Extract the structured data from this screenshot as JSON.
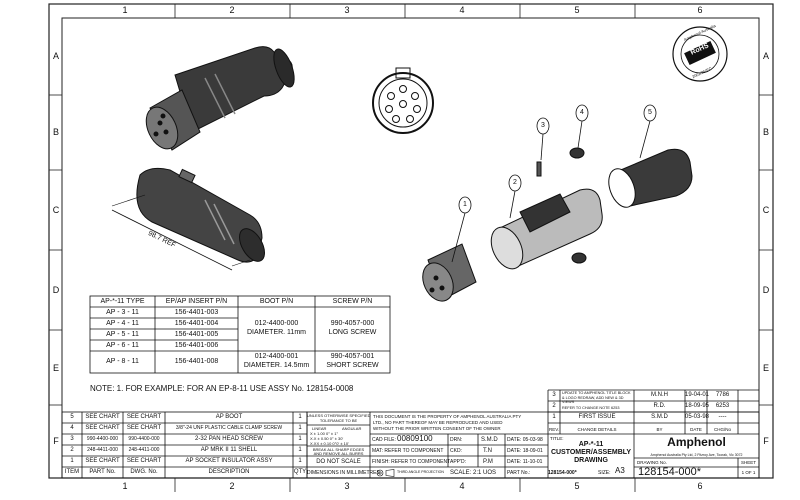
{
  "grid": {
    "columns": [
      "1",
      "2",
      "3",
      "4",
      "5",
      "6"
    ],
    "rows": [
      "A",
      "B",
      "C",
      "D",
      "E",
      "F"
    ]
  },
  "dimension_label": "98.7 REF",
  "balloons": [
    "1",
    "2",
    "3",
    "4",
    "5"
  ],
  "rohs": {
    "top": "RoHS",
    "ring_top": "Amphenol Australia",
    "ring_bottom": "2002/95/EC"
  },
  "bom_table": {
    "headers": [
      "AP-*-11 TYPE",
      "EP/AP INSERT P/N",
      "BOOT P/N",
      "SCREW P/N"
    ],
    "rows": [
      {
        "type": "AP - 3 - 11",
        "insert": "156-4401-003"
      },
      {
        "type": "AP - 4 - 11",
        "insert": "156-4401-004"
      },
      {
        "type": "AP - 5 - 11",
        "insert": "156-4401-005"
      },
      {
        "type": "AP - 6 - 11",
        "insert": "156-4401-006"
      },
      {
        "type": "AP - 8 - 11",
        "insert": "156-4401-008"
      }
    ],
    "boot_group1": [
      "012-4400-000",
      "DIAMETER. 11mm"
    ],
    "screw_group1": [
      "990-4057-000",
      "LONG SCREW"
    ],
    "boot_group2": [
      "012-4400-001",
      "DIAMETER. 14.5mm"
    ],
    "screw_group2": [
      "990-4057-001",
      "SHORT SCREW"
    ]
  },
  "note": "NOTE: 1. FOR EXAMPLE: FOR AN EP-8-11 USE ASSY No. 128154-0008",
  "parts_list": {
    "rows": [
      {
        "item": "5",
        "no": "SEE CHART",
        "dwg": "SEE CHART",
        "desc": "AP BOOT",
        "qty": "1"
      },
      {
        "item": "4",
        "no": "SEE CHART",
        "dwg": "SEE CHART",
        "desc": "3/8\"-24 UNF PLASTIC CABLE CLAMP SCREW",
        "qty": "1"
      },
      {
        "item": "3",
        "no": "990-4400-000",
        "dwg": "990-4400-000",
        "desc": "2-32 PAN HEAD SCREW",
        "qty": "1"
      },
      {
        "item": "2",
        "no": "248-4411-000",
        "dwg": "248-4411-000",
        "desc": "AP MRK II 11 SHELL",
        "qty": "1"
      },
      {
        "item": "1",
        "no": "SEE CHART",
        "dwg": "SEE CHART",
        "desc": "AP SOCKET INSULATOR ASSY",
        "qty": "1"
      }
    ],
    "header": {
      "item": "ITEM",
      "no": "PART No.",
      "dwg": "DWG. No.",
      "desc": "DESCRIPTION",
      "qty": "QTY"
    }
  },
  "tolerance": {
    "l1": "UNLESS OTHERWISE SPECIFIED",
    "l2": "TOLERANCE TO BE",
    "linear": "LINEAR",
    "angular": "ANGULAR",
    "r1": "X  ± 1.00    0°  ± 1°",
    "r2": "X.X  ± 0.50    0°  ± 30'",
    "r3": "X.XX  ± 0.10    0°0'  ± 10'",
    "l3": "BREAK ALL SHARP EDGES",
    "l4": "AND REMOVE ALL BURRS",
    "l5": "DO NOT SCALE",
    "l6": "DIMENSIONS IN MILLIMETRES",
    "proj": "THIRD ANGLE PROJECTION"
  },
  "property": {
    "l1": "THIS DOCUMENT IS THE PROPERTY OF AMPHENOL AUSTRALIA PTY",
    "l2": "LTD., NO PART THEREOF MAY BE REPRODUCED AND USED",
    "l3": "WITHOUT THE PRIOR WRITTEN CONSENT OF THE OWNER"
  },
  "info": {
    "cad_label": "CAD FILE:",
    "cad_value": "00809100",
    "drn_label": "DRN:",
    "drn_value": "S.M.D",
    "date1": "DATE: 05-03-98",
    "mat": "MAT: REFER TO COMPONENT",
    "ckd_label": "CKD:",
    "ckd_value": "T.N",
    "date2": "DATE: 18-09-01",
    "finish": "FINISH: REFER TO COMPONENT",
    "appd_label": "APP'D:",
    "appd_value": "P.M",
    "date3": "DATE: 11-10-01",
    "scale": "SCALE: 2:1 UOS",
    "part_label": "PART No.:",
    "part_value": "128154-000*",
    "size": "SIZE:",
    "size_value": "A3"
  },
  "revisions": [
    {
      "rev": "3",
      "details": "UPDATE TO AMPHENOL TITLE BLOCK & LOGO REDRAW, ADD NEW & 3D VIEWS",
      "by": "M.N.H",
      "date": "19-04-01",
      "chg": "7786"
    },
    {
      "rev": "2",
      "details": "REFER TO CHANGE NOTE 6253",
      "by": "R.D.",
      "date": "18-09-95",
      "chg": "6253"
    },
    {
      "rev": "1",
      "details": "FIRST ISSUE",
      "by": "S.M.D",
      "date": "05-03-98",
      "chg": "----"
    }
  ],
  "rev_header": {
    "rev": "REV.",
    "details": "CHANGE DETAILS",
    "by": "BY",
    "date": "DATE",
    "chg": "CHG/No"
  },
  "title_block": {
    "title_label": "TITLE:",
    "title1": "AP-*-11",
    "title2": "CUSTOMER/ASSEMBLY",
    "title3": "DRAWING",
    "logo": "Amphenol",
    "address": "Amphenol Australia Pty Ltd, 2 Fitzroy Ave, Toorak, Vic 3072",
    "dwg_label": "DRAWING No.",
    "dwg_no": "128154-000*",
    "sheet_label": "SHEET",
    "sheet_value": "1 OF 1"
  }
}
